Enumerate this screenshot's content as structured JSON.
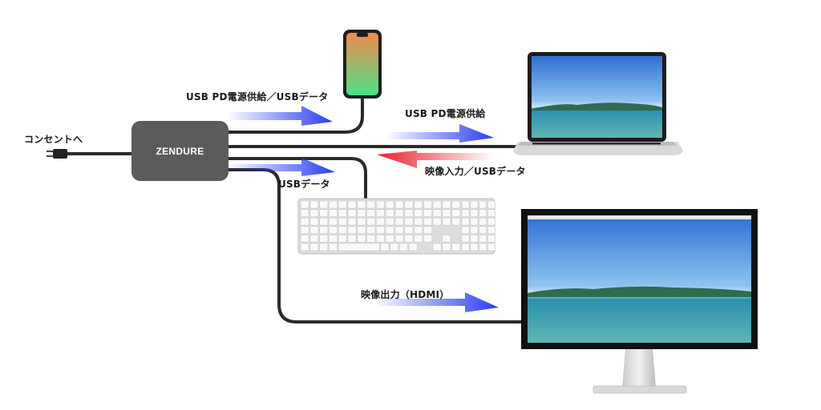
{
  "hub": {
    "name": "ZENDURE"
  },
  "labels": {
    "outlet": "コンセントへ",
    "phone_link": "USB PD電源供給／USBデータ",
    "laptop_power": "USB PD電源供給",
    "laptop_video": "映像入力／USBデータ",
    "keyboard_link": "USBデータ",
    "monitor_link": "映像出力（HDMI）"
  },
  "colors": {
    "hub": "#5b5b5b",
    "cable": "#2a2a2a",
    "arrow_out": "#2a3cf0",
    "arrow_in": "#e5202a"
  }
}
